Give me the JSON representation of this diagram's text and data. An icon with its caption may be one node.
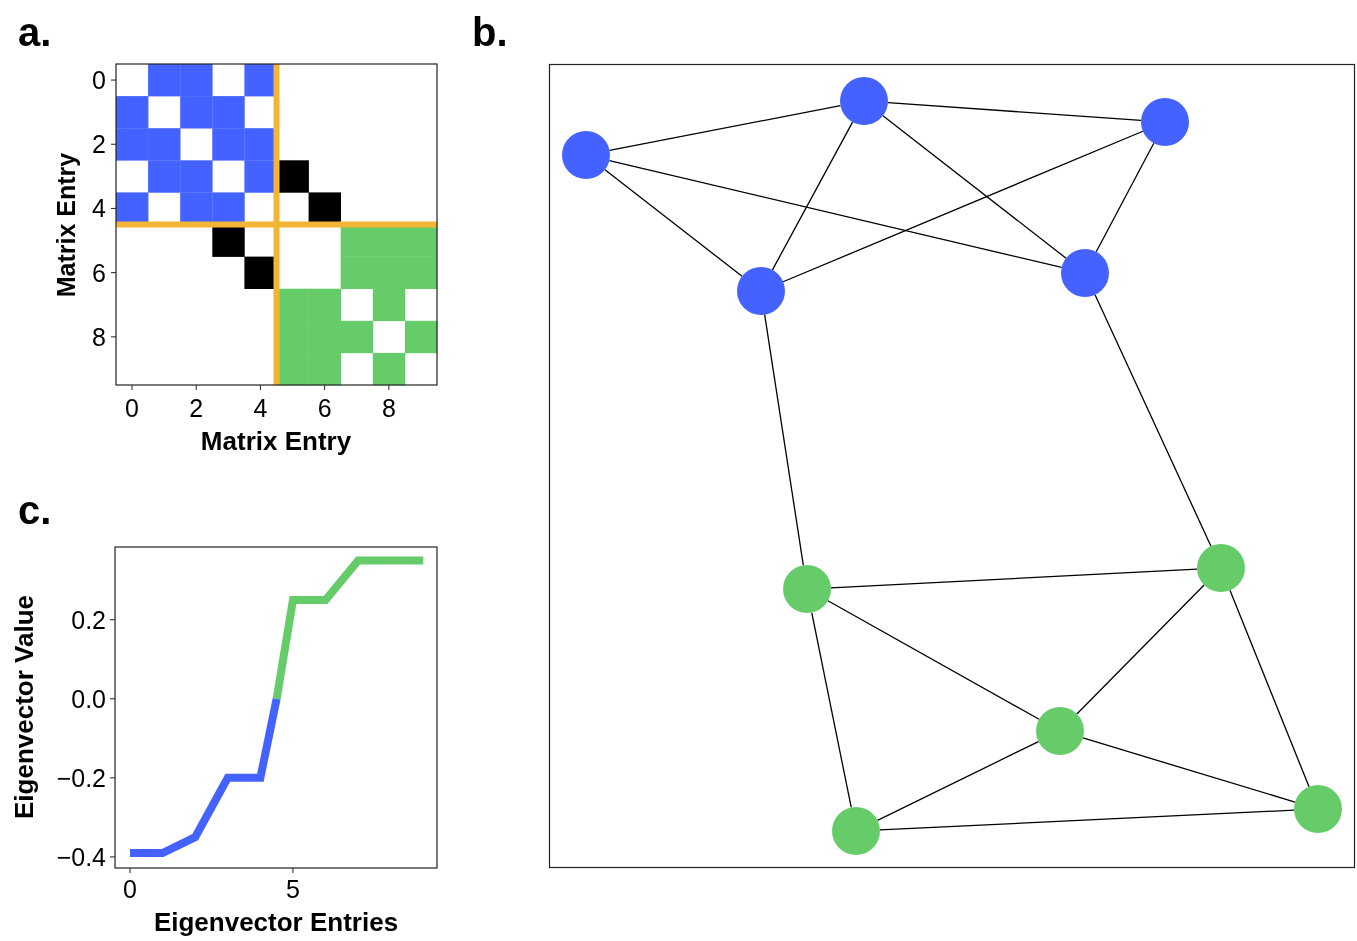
{
  "diagram": {
    "nodes": [
      {
        "text": [],
        "shape": "circle"
      },
      {
        "text": [],
        "shape": "circle"
      },
      {
        "text": [],
        "shape": "circle"
      },
      {
        "text": [],
        "shape": "circle"
      },
      {
        "text": [],
        "shape": "circle"
      },
      {
        "text": [],
        "shape": "circle"
      },
      {
        "text": [],
        "shape": "circle"
      },
      {
        "text": [],
        "shape": "circle"
      },
      {
        "text": [],
        "shape": "circle"
      },
      {
        "text": [],
        "shape": "circle"
      }
    ],
    "edges": [
      {
        "from": 0,
        "to": 1,
        "arrow": "none"
      },
      {
        "from": 1,
        "to": 2,
        "arrow": "none"
      },
      {
        "from": 0,
        "to": 3,
        "arrow": "none"
      },
      {
        "from": 0,
        "to": 4,
        "arrow": "none"
      },
      {
        "from": 1,
        "to": 3,
        "arrow": "none"
      },
      {
        "from": 1,
        "to": 4,
        "arrow": "none"
      },
      {
        "from": 2,
        "to": 3,
        "arrow": "none"
      },
      {
        "from": 2,
        "to": 4,
        "arrow": "none"
      },
      {
        "from": 3,
        "to": 5,
        "arrow": "none"
      },
      {
        "from": 4,
        "to": 6,
        "arrow": "none"
      },
      {
        "from": 5,
        "to": 6,
        "arrow": "none"
      },
      {
        "from": 5,
        "to": 7,
        "arrow": "none"
      },
      {
        "from": 5,
        "to": 8,
        "arrow": "none"
      },
      {
        "from": 6,
        "to": 7,
        "arrow": "none"
      },
      {
        "from": 6,
        "to": 9,
        "arrow": "none"
      },
      {
        "from": 7,
        "to": 8,
        "arrow": "none"
      },
      {
        "from": 7,
        "to": 9,
        "arrow": "none"
      },
      {
        "from": 8,
        "to": 9,
        "arrow": "none"
      }
    ],
    "labels": [
      "a.",
      "b.",
      "0",
      "2",
      "4",
      "6",
      "8",
      "Matrix Entry",
      "0",
      "2",
      "4",
      "6",
      "8",
      "Matrix Entry",
      "c."
    ],
    "chart_data": {
      "type": "line",
      "xlabel": "Eigenvector Entries",
      "ylabel": "Eigenvector Value",
      "x": [
        0,
        1,
        2,
        3,
        4,
        4.5,
        5,
        6,
        7,
        8,
        9
      ],
      "series": [
        {
          "color": "#4462ff",
          "values": [
            -0.39,
            -0.39,
            -0.35,
            -0.2,
            -0.2,
            0.0,
            null,
            null,
            null,
            null,
            null
          ]
        },
        {
          "color": "#66cc6a",
          "values": [
            null,
            null,
            null,
            null,
            null,
            0.0,
            0.25,
            0.25,
            0.35,
            0.35,
            0.35
          ]
        }
      ],
      "xlim": [
        -0.46,
        9.42
      ],
      "ylim": [
        -0.428,
        0.384
      ],
      "xticks": [
        0,
        5
      ],
      "yticks": [
        {
          "value": -0.4,
          "label": "−0.4"
        },
        {
          "value": -0.2,
          "label": "−0.2"
        },
        {
          "value": 0,
          "label": "0.0"
        },
        {
          "value": 0.2,
          "label": "0.2"
        }
      ]
    }
  }
}
